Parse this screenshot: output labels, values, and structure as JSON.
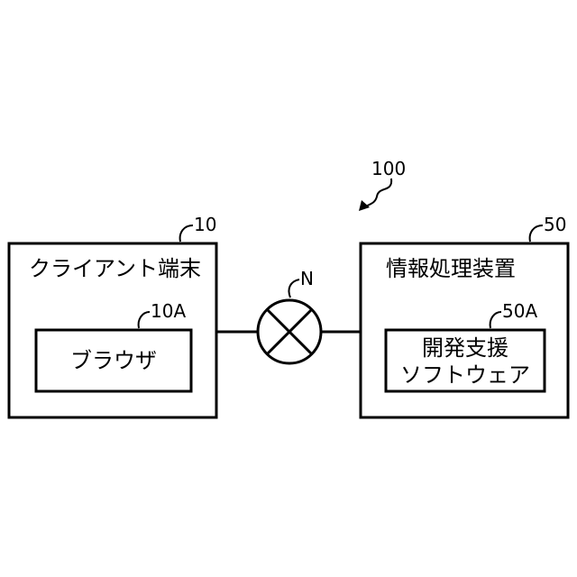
{
  "diagram": {
    "system_ref": "100",
    "client": {
      "ref": "10",
      "title": "クライアント端末",
      "component": {
        "ref": "10A",
        "label": "ブラウザ"
      }
    },
    "network": {
      "ref": "N"
    },
    "server": {
      "ref": "50",
      "title": "情報処理装置",
      "component": {
        "ref": "50A",
        "label_line1": "開発支援",
        "label_line2": "ソフトウェア"
      }
    },
    "colors": {
      "stroke": "#000000",
      "background": "#ffffff"
    }
  }
}
